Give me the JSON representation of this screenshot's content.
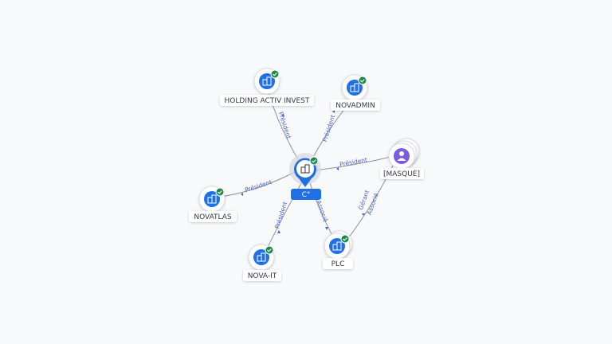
{
  "center": {
    "label": "C°",
    "icon": "building-icon",
    "verified": true
  },
  "nodes": [
    {
      "id": "holding",
      "label": "HOLDING ACTIV INVEST",
      "icon": "building-icon",
      "verified": true
    },
    {
      "id": "novadmin",
      "label": "NOVADMIN",
      "icon": "building-icon",
      "verified": true
    },
    {
      "id": "novatlas",
      "label": "NOVATLAS",
      "icon": "building-icon",
      "verified": true
    },
    {
      "id": "novait",
      "label": "NOVA-IT",
      "icon": "building-icon",
      "verified": true
    },
    {
      "id": "plc",
      "label": "PLC",
      "icon": "building-icon",
      "verified": true
    },
    {
      "id": "masque",
      "label": "[MASQUÉ]",
      "icon": "person-icon",
      "verified": false
    }
  ],
  "edges": [
    {
      "from": "holding",
      "to": "center",
      "label": "Président"
    },
    {
      "from": "novadmin",
      "to": "center",
      "label": "Président"
    },
    {
      "from": "novatlas",
      "to": "center",
      "label": "Président"
    },
    {
      "from": "novait",
      "to": "center",
      "label": "Président"
    },
    {
      "from": "plc",
      "to": "center",
      "label": "Associé"
    },
    {
      "from": "masque",
      "to": "center",
      "label": "Président"
    },
    {
      "from": "masque",
      "to": "plc",
      "label": "Gérant"
    },
    {
      "from": "masque",
      "to": "plc",
      "label": "Associé"
    }
  ],
  "colors": {
    "accent": "#1f6fe5",
    "verified": "#1b8a4a",
    "person": "#7b5ce0",
    "edge": "#8a93a3",
    "edge_label": "#4a63c8"
  }
}
